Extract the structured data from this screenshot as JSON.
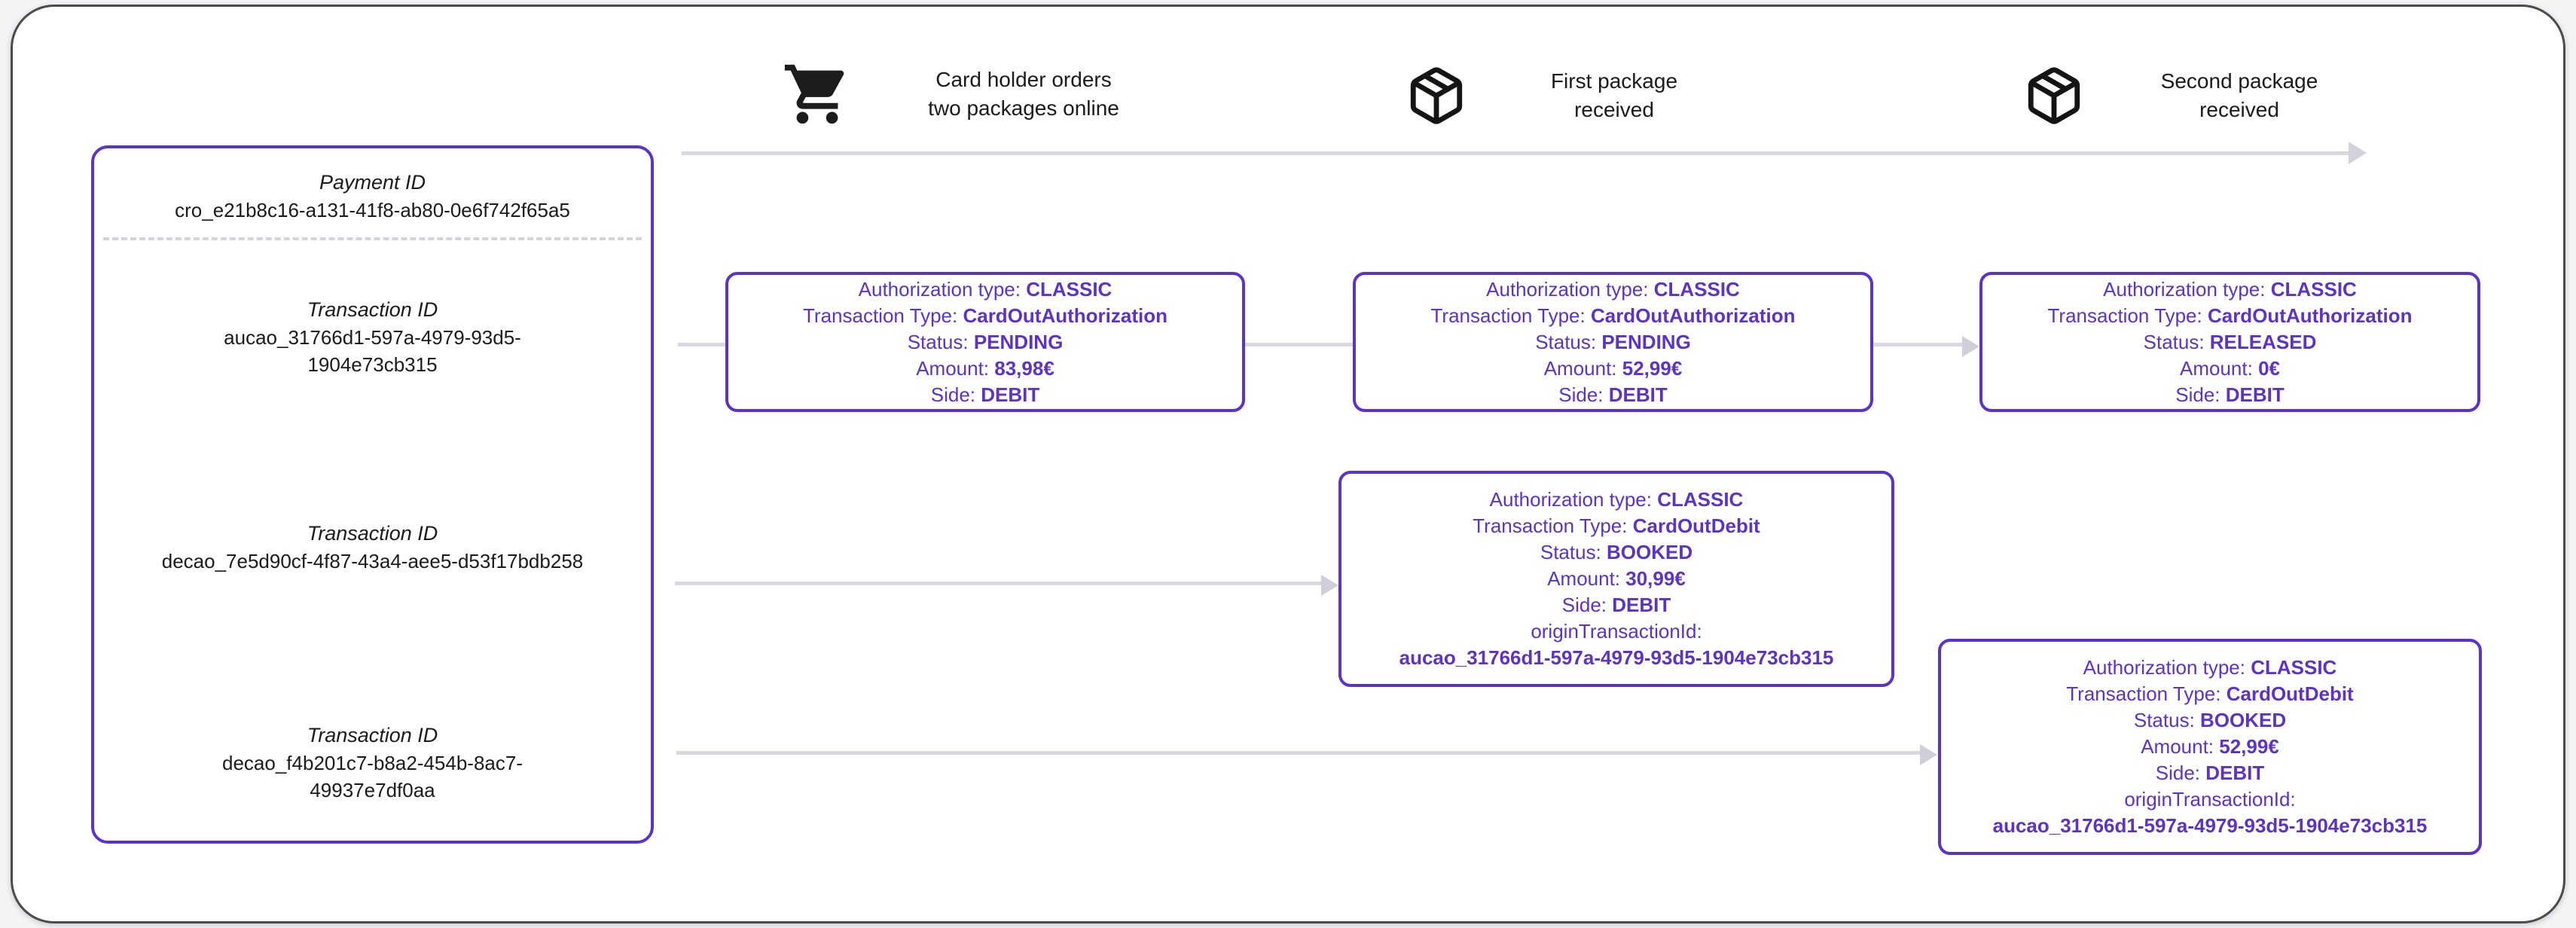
{
  "colors": {
    "accent_purple": "#5c32c8",
    "connector_gray": "#d8d8e1",
    "text_dark": "#1b1b1d"
  },
  "timeline": {
    "steps": [
      {
        "icon": "shopping-cart-icon",
        "label": "Card holder orders\ntwo packages online"
      },
      {
        "icon": "package-icon",
        "label": "First package\nreceived"
      },
      {
        "icon": "package-icon",
        "label": "Second package\nreceived"
      }
    ]
  },
  "payment_panel": {
    "payment_id_label": "Payment ID",
    "payment_id": "cro_e21b8c16-a131-41f8-ab80-0e6f742f65a5",
    "transactions": [
      {
        "label": "Transaction ID",
        "id": "aucao_31766d1-597a-4979-93d5-1904e73cb315"
      },
      {
        "label": "Transaction ID",
        "id": "decao_7e5d90cf-4f87-43a4-aee5-d53f17bdb258"
      },
      {
        "label": "Transaction ID",
        "id": "decao_f4b201c7-b8a2-454b-8ac7-49937e7df0aa"
      }
    ]
  },
  "transaction_cards": [
    {
      "fields": [
        {
          "label": "Authorization type:",
          "value": "CLASSIC"
        },
        {
          "label": "Transaction Type:",
          "value": "CardOutAuthorization"
        },
        {
          "label": "Status:",
          "value": "PENDING"
        },
        {
          "label": "Amount:",
          "value": "83,98€"
        },
        {
          "label": "Side:",
          "value": "DEBIT"
        }
      ]
    },
    {
      "fields": [
        {
          "label": "Authorization type:",
          "value": "CLASSIC"
        },
        {
          "label": "Transaction Type:",
          "value": "CardOutAuthorization"
        },
        {
          "label": "Status:",
          "value": "PENDING"
        },
        {
          "label": "Amount:",
          "value": "52,99€"
        },
        {
          "label": "Side:",
          "value": "DEBIT"
        }
      ]
    },
    {
      "fields": [
        {
          "label": "Authorization type:",
          "value": "CLASSIC"
        },
        {
          "label": "Transaction Type:",
          "value": "CardOutAuthorization"
        },
        {
          "label": "Status:",
          "value": "RELEASED"
        },
        {
          "label": "Amount:",
          "value": "0€"
        },
        {
          "label": "Side:",
          "value": "DEBIT"
        }
      ]
    },
    {
      "fields": [
        {
          "label": "Authorization type:",
          "value": "CLASSIC"
        },
        {
          "label": "Transaction Type:",
          "value": "CardOutDebit"
        },
        {
          "label": "Status:",
          "value": "BOOKED"
        },
        {
          "label": "Amount:",
          "value": "30,99€"
        },
        {
          "label": "Side:",
          "value": "DEBIT"
        },
        {
          "label": "originTransactionId:",
          "value": "aucao_31766d1-597a-4979-93d5-1904e73cb315",
          "own_line": true
        }
      ]
    },
    {
      "fields": [
        {
          "label": "Authorization type:",
          "value": "CLASSIC"
        },
        {
          "label": "Transaction Type:",
          "value": "CardOutDebit"
        },
        {
          "label": "Status:",
          "value": "BOOKED"
        },
        {
          "label": "Amount:",
          "value": "52,99€"
        },
        {
          "label": "Side:",
          "value": "DEBIT"
        },
        {
          "label": "originTransactionId:",
          "value": "aucao_31766d1-597a-4979-93d5-1904e73cb315",
          "own_line": true
        }
      ]
    }
  ]
}
